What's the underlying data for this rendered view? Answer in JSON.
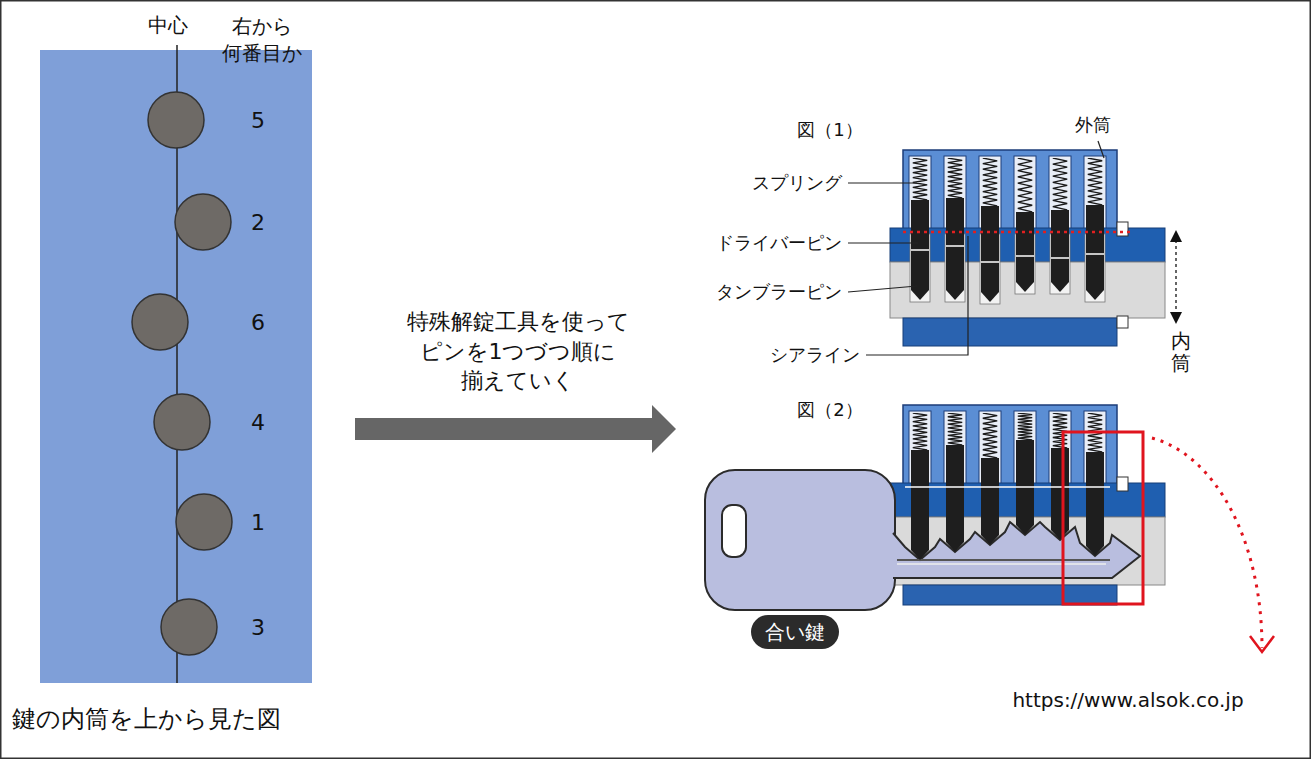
{
  "diagram": {
    "nodes": [
      {
        "text": [
          "鍵の内筒を上から見た図"
        ]
      },
      {
        "text": [
          "合い鍵"
        ]
      }
    ],
    "labels": [
      "中心",
      "右から 何番目か",
      "5",
      "2",
      "6",
      "4",
      "1",
      "3",
      "特殊解錠工具を使って ピンを1つづつ順に 揃えていく",
      "図（1）",
      "外筒",
      "スプリング",
      "ドライバーピン",
      "タンブラーピン",
      "シアライン",
      "内筒",
      "図（2）",
      "https://www.alsok.co.jp"
    ]
  }
}
